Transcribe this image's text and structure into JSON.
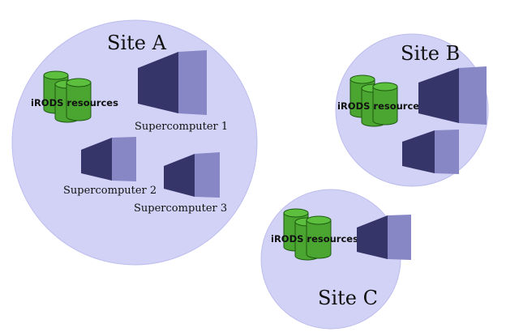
{
  "colors": {
    "site_fill": "#d2d2f7",
    "site_stroke": "#bdbdee",
    "db_fill": "#4aa630",
    "db_top": "#5cbf3e",
    "db_stroke": "#1d5a10",
    "sc_front": "#35356a",
    "sc_side": "#8787c5"
  },
  "sites": {
    "a": {
      "label": "Site A"
    },
    "b": {
      "label": "Site B"
    },
    "c": {
      "label": "Site C"
    }
  },
  "resources": {
    "a": {
      "label": "iRODS resources",
      "icon": "database-icon"
    },
    "b": {
      "label": "iRODS resources",
      "icon": "database-icon"
    },
    "c": {
      "label": "iRODS resources",
      "icon": "database-icon"
    }
  },
  "supercomputers": {
    "sc1": {
      "label": "Supercomputer 1",
      "icon": "supercomputer-icon"
    },
    "sc2": {
      "label": "Supercomputer 2",
      "icon": "supercomputer-icon"
    },
    "sc3": {
      "label": "Supercomputer 3",
      "icon": "supercomputer-icon"
    }
  }
}
